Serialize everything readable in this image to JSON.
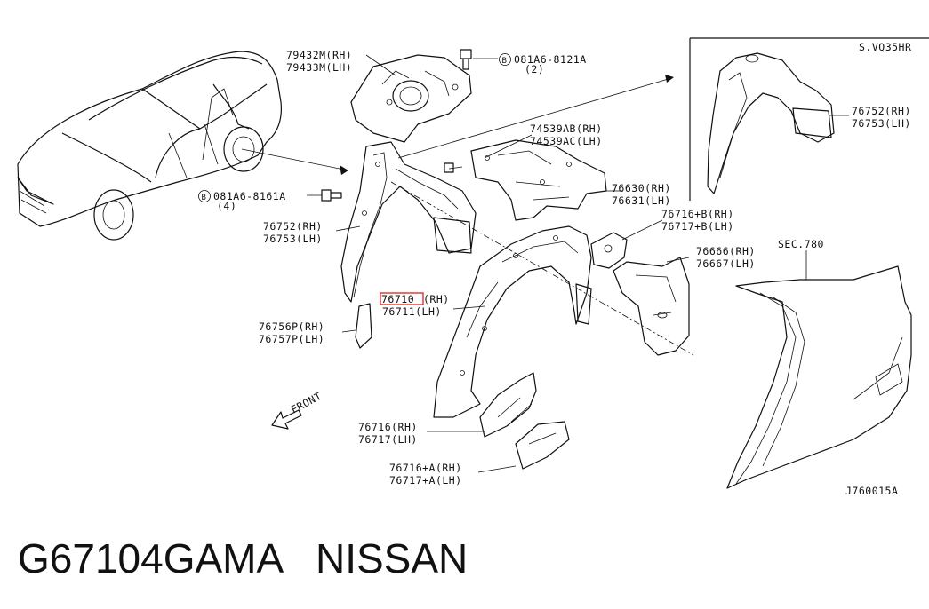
{
  "diagram_code": "J760015A",
  "variant_label": "S.VQ35HR",
  "section_label": "SEC.780",
  "front_label": "FRONT",
  "footer": {
    "part_number": "G67104GAMA",
    "brand": "NISSAN"
  },
  "highlight_color": "#e0201b",
  "labels": {
    "p79432m": "79432M(RH)",
    "p79433m": "79433M(LH)",
    "bolt_top": "081A6-8121A",
    "bolt_top_qty": "(2)",
    "p74539ab": "74539AB(RH)",
    "p74539ac": "74539AC(LH)",
    "p76630": "76630(RH)",
    "p76631": "76631(LH)",
    "bolt_left": "081A6-8161A",
    "bolt_left_qty": "(4)",
    "p76752": "76752(RH)",
    "p76753": "76753(LH)",
    "p76716b": "76716+B(RH)",
    "p76717b": "76717+B(LH)",
    "p76666": "76666(RH)",
    "p76667": "76667(LH)",
    "p76710_code": "76710",
    "p76710_side": "(RH)",
    "p76711": "76711(LH)",
    "p76756p": "76756P(RH)",
    "p76757p": "76757P(LH)",
    "p76716": "76716(RH)",
    "p76717": "76717(LH)",
    "p76716a": "76716+A(RH)",
    "p76717a": "76717+A(LH)",
    "inset_76752": "76752(RH)",
    "inset_76753": "76753(LH)"
  },
  "icons": {
    "bolt_marker": "circled-b-icon",
    "front_arrow": "arrow-left-icon"
  }
}
